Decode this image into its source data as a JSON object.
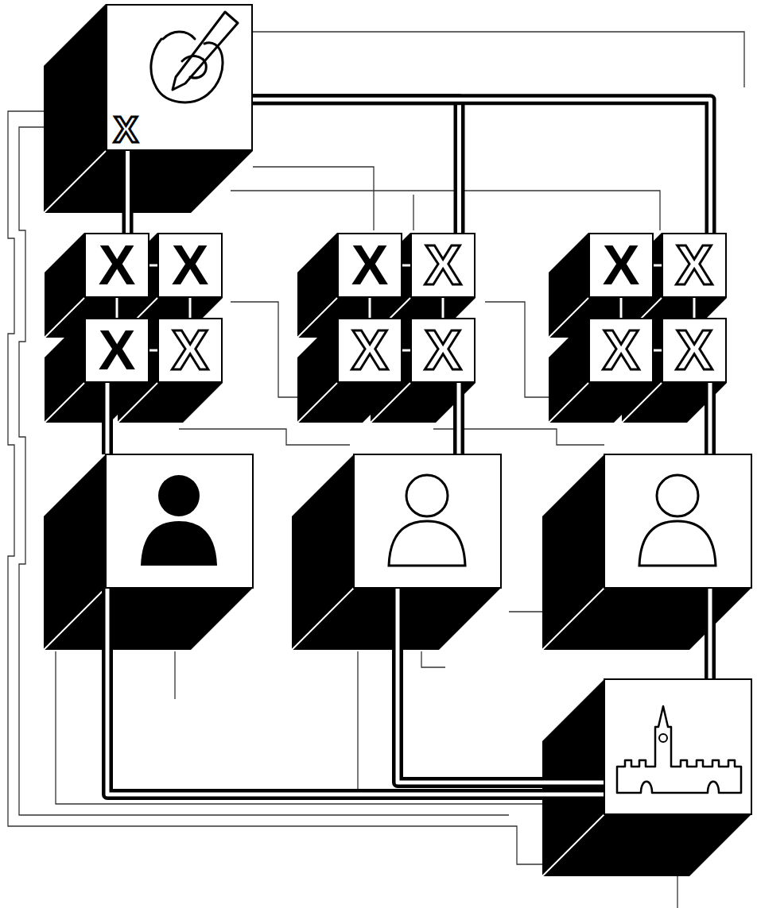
{
  "diagram": {
    "nodes": [
      {
        "text": [
          "X"
        ]
      },
      {
        "text": [
          "X"
        ]
      },
      {
        "text": [
          "X"
        ]
      },
      {
        "text": [
          "X"
        ]
      },
      {
        "text": [
          "X"
        ]
      },
      {
        "text": [
          "X"
        ]
      },
      {
        "text": [
          "X"
        ]
      },
      {
        "text": [
          "X"
        ]
      },
      {
        "text": [
          "X"
        ]
      },
      {
        "text": [
          "X"
        ]
      },
      {
        "text": [
          "X"
        ]
      },
      {
        "text": [
          "X"
        ]
      },
      {
        "text": [
          "X"
        ]
      }
    ],
    "edges": [
      {
        "from": 0,
        "to": 1,
        "arrow": "none"
      },
      {
        "from": 0,
        "to": 6,
        "arrow": "none"
      },
      {
        "from": 0,
        "to": 10,
        "arrow": "none"
      },
      {
        "from": 1,
        "to": 2,
        "arrow": "none"
      },
      {
        "from": 3,
        "to": 4,
        "arrow": "none"
      },
      {
        "from": 1,
        "to": 3,
        "arrow": "none"
      },
      {
        "from": 2,
        "to": 4,
        "arrow": "none"
      },
      {
        "from": 5,
        "to": 6,
        "arrow": "none"
      },
      {
        "from": 7,
        "to": 8,
        "arrow": "none"
      },
      {
        "from": 5,
        "to": 7,
        "arrow": "none"
      },
      {
        "from": 6,
        "to": 8,
        "arrow": "none"
      },
      {
        "from": 9,
        "to": 10,
        "arrow": "none"
      },
      {
        "from": 11,
        "to": 12,
        "arrow": "none"
      },
      {
        "from": 9,
        "to": 11,
        "arrow": "none"
      },
      {
        "from": 10,
        "to": 12,
        "arrow": "none"
      }
    ]
  }
}
